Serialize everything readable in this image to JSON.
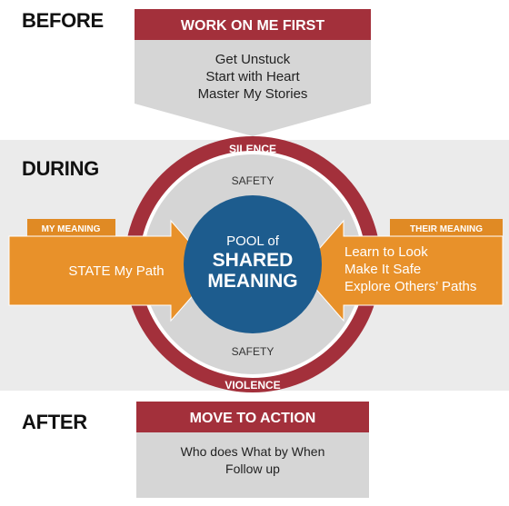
{
  "phases": {
    "before": "BEFORE",
    "during": "DURING",
    "after": "AFTER"
  },
  "before_box": {
    "title": "WORK ON ME FIRST",
    "items": [
      "Get Unstuck",
      "Start with Heart",
      "Master My Stories"
    ]
  },
  "circle": {
    "outer_top": "SILENCE",
    "outer_bottom": "VIOLENCE",
    "inner_top": "SAFETY",
    "inner_bottom": "SAFETY",
    "center_line1": "POOL of",
    "center_line2": "SHARED",
    "center_line3": "MEANING"
  },
  "left_arrow": {
    "tab": "MY MEANING",
    "text": "STATE My Path"
  },
  "right_arrow": {
    "tab": "THEIR MEANING",
    "items": [
      "Learn to Look",
      "Make It Safe",
      "Explore Others’ Paths"
    ]
  },
  "after_box": {
    "title": "MOVE TO ACTION",
    "items": [
      "Who does What by When",
      "Follow up"
    ]
  },
  "colors": {
    "red": "#a3303b",
    "gray_box": "#d6d6d6",
    "orange": "#e8912a",
    "orange_tab": "#e08a24",
    "blue": "#1d5c8e",
    "inner_ring": "#d5d5d5",
    "band": "#ebebeb"
  }
}
